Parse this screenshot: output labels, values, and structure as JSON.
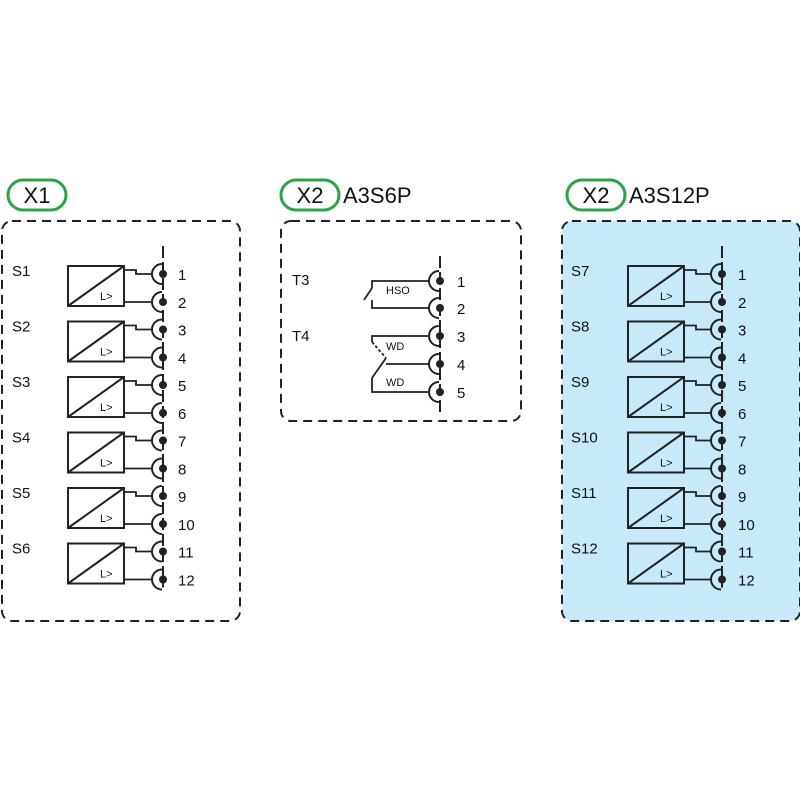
{
  "panels": [
    {
      "id": "x1",
      "connector": "X1",
      "model": "",
      "highlight": false,
      "modules": [
        {
          "label": "S1",
          "pins": [
            "1",
            "2"
          ],
          "symbol": "L>"
        },
        {
          "label": "S2",
          "pins": [
            "3",
            "4"
          ],
          "symbol": "L>"
        },
        {
          "label": "S3",
          "pins": [
            "5",
            "6"
          ],
          "symbol": "L>"
        },
        {
          "label": "S4",
          "pins": [
            "7",
            "8"
          ],
          "symbol": "L>"
        },
        {
          "label": "S5",
          "pins": [
            "9",
            "10"
          ],
          "symbol": "L>"
        },
        {
          "label": "S6",
          "pins": [
            "11",
            "12"
          ],
          "symbol": "L>"
        }
      ]
    },
    {
      "id": "x2-a3s6p",
      "connector": "X2",
      "model": "A3S6P",
      "highlight": false,
      "relays": {
        "labels": [
          "T3",
          "T4"
        ],
        "contacts": [
          "HSO",
          "WD",
          "WD"
        ],
        "pins": [
          "1",
          "2",
          "3",
          "4",
          "5"
        ]
      }
    },
    {
      "id": "x2-a3s12p",
      "connector": "X2",
      "model": "A3S12P",
      "highlight": true,
      "modules": [
        {
          "label": "S7",
          "pins": [
            "1",
            "2"
          ],
          "symbol": "L>"
        },
        {
          "label": "S8",
          "pins": [
            "3",
            "4"
          ],
          "symbol": "L>"
        },
        {
          "label": "S9",
          "pins": [
            "5",
            "6"
          ],
          "symbol": "L>"
        },
        {
          "label": "S10",
          "pins": [
            "7",
            "8"
          ],
          "symbol": "L>"
        },
        {
          "label": "S11",
          "pins": [
            "9",
            "10"
          ],
          "symbol": "L>"
        },
        {
          "label": "S12",
          "pins": [
            "11",
            "12"
          ],
          "symbol": "L>"
        }
      ]
    }
  ],
  "colors": {
    "pill_border": "#2ca24a",
    "highlight_fill": "#c8eaf8",
    "line": "#222222"
  }
}
